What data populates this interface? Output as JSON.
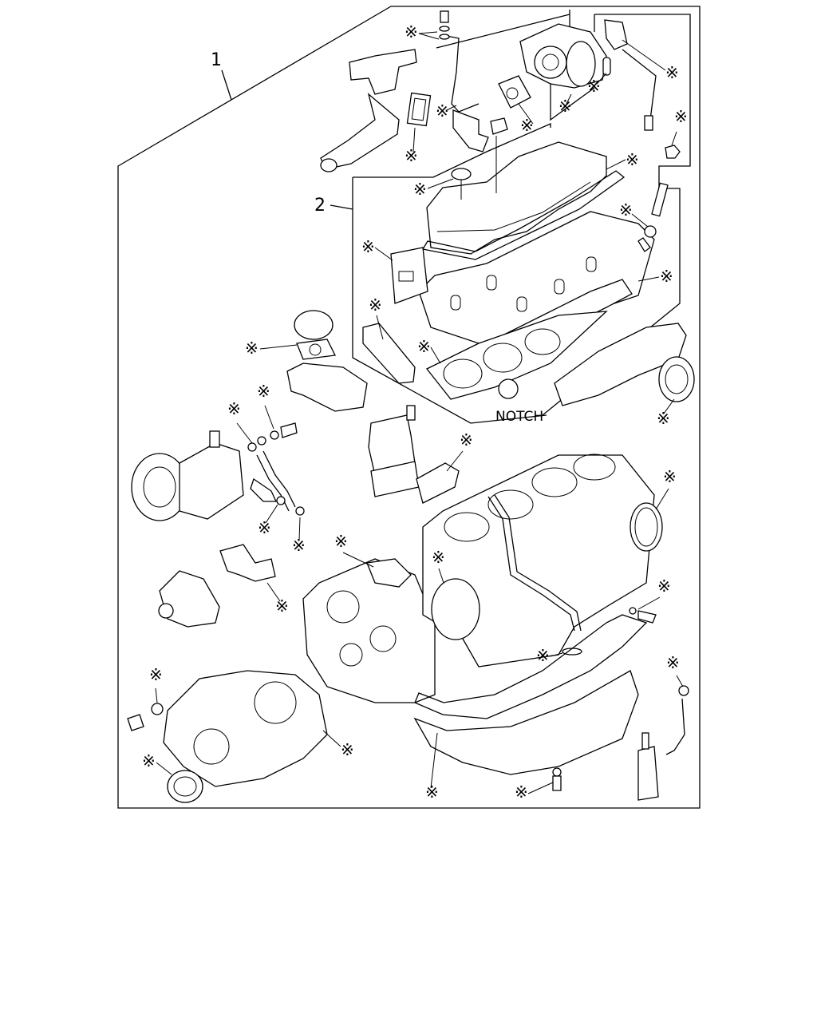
{
  "callouts": {
    "kit_number": "1",
    "sub_kit_number": "2",
    "notch_label": "NOTCH",
    "kit_marker": "※"
  }
}
